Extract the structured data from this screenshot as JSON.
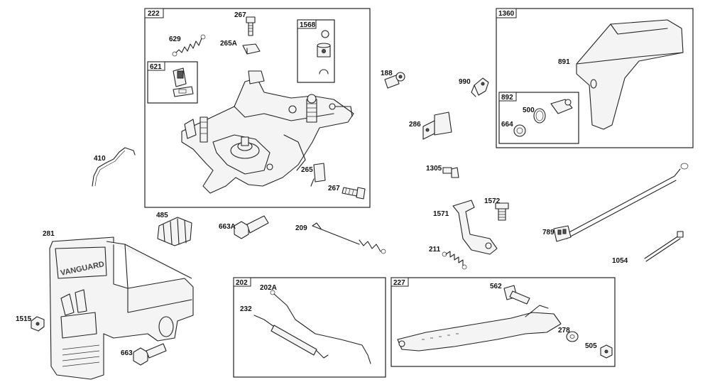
{
  "groups": [
    {
      "id": "222"
    },
    {
      "id": "621"
    },
    {
      "id": "1568"
    },
    {
      "id": "1360"
    },
    {
      "id": "892"
    },
    {
      "id": "202"
    },
    {
      "id": "227"
    }
  ],
  "parts": [
    {
      "id": "267",
      "name": "screw-top"
    },
    {
      "id": "629"
    },
    {
      "id": "265A"
    },
    {
      "id": "265"
    },
    {
      "id": "267",
      "name": "screw-bottom"
    },
    {
      "id": "188"
    },
    {
      "id": "990"
    },
    {
      "id": "891"
    },
    {
      "id": "500"
    },
    {
      "id": "664"
    },
    {
      "id": "286"
    },
    {
      "id": "410"
    },
    {
      "id": "1305"
    },
    {
      "id": "1572"
    },
    {
      "id": "1571"
    },
    {
      "id": "789"
    },
    {
      "id": "1054"
    },
    {
      "id": "485"
    },
    {
      "id": "281"
    },
    {
      "id": "663A"
    },
    {
      "id": "209"
    },
    {
      "id": "211"
    },
    {
      "id": "1515"
    },
    {
      "id": "663"
    },
    {
      "id": "202A"
    },
    {
      "id": "232"
    },
    {
      "id": "562"
    },
    {
      "id": "278"
    },
    {
      "id": "505"
    }
  ]
}
